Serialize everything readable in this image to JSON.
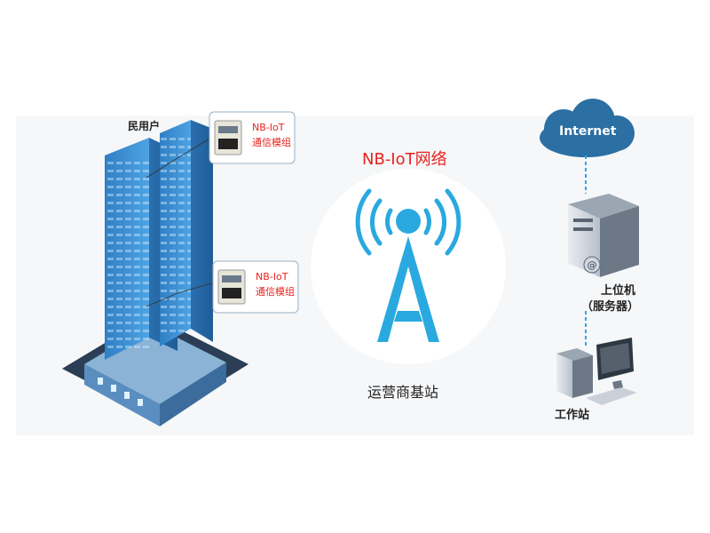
{
  "building": {
    "label": "民用户",
    "module_top": {
      "line1": "NB-IoT",
      "line2": "通信模组"
    },
    "module_bottom": {
      "line1": "NB-IoT",
      "line2": "通信模组"
    }
  },
  "network": {
    "title": "NB-IoT网络"
  },
  "base_station": {
    "label": "运营商基站"
  },
  "internet": {
    "label": "Internet"
  },
  "server": {
    "line1": "上位机",
    "line2": "（服务器）"
  },
  "workstation": {
    "label": "工作站"
  },
  "colors": {
    "accent_red": "#e8231f",
    "signal_blue": "#29a9df",
    "building_blue": "#3a8ed0",
    "cloud_blue": "#2b6fa3",
    "text_dark": "#222222"
  }
}
